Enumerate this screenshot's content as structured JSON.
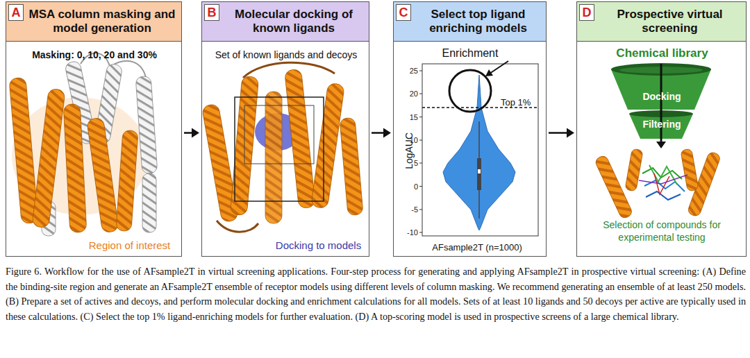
{
  "diagram": {
    "caption": "Figure 6. Workflow for the use of AFsample2T in virtual screening applications. Four-step process for generating and applying AFsample2T in prospective virtual screening: (A) Define the binding-site region and generate an AFsample2T ensemble of receptor models using different levels of column masking. We recommend generating an ensemble of at least 250 models. (B) Prepare a set of actives and decoys, and perform molecular docking and enrichment calculations for all models. Sets of at least 10 ligands and 50 decoys per active are typically used in these calculations. (C) Select the top 1% ligand-enriching models for further evaluation. (D) A top-scoring model is used in prospective screens of a large chemical library.",
    "nodes": [
      {
        "text": [
          "A",
          "MSA column masking and model generation",
          "Masking: 0, 10, 20 and 30%",
          "Region of interest"
        ]
      },
      {
        "text": [
          "B",
          "Molecular docking of known ligands",
          "Set of known ligands and decoys",
          "Docking to models"
        ]
      },
      {
        "text": [
          "C",
          "Select top ligand enriching models",
          "Enrichment",
          "Top 1%",
          "LogAUC",
          "AFsample2T (n=1000)"
        ]
      },
      {
        "text": [
          "D",
          "Prospective virtual screening",
          "Chemical library",
          "Docking",
          "Filtering",
          "Selection of compounds for experimental testing"
        ]
      }
    ],
    "edges": [
      {
        "from": 0,
        "to": 1,
        "arrow": "to"
      },
      {
        "from": 1,
        "to": 2,
        "arrow": "to"
      },
      {
        "from": 2,
        "to": 3,
        "arrow": "to"
      }
    ],
    "labels": [
      "25",
      "20",
      "15",
      "10",
      "5",
      "0",
      "-5",
      "-10"
    ]
  }
}
